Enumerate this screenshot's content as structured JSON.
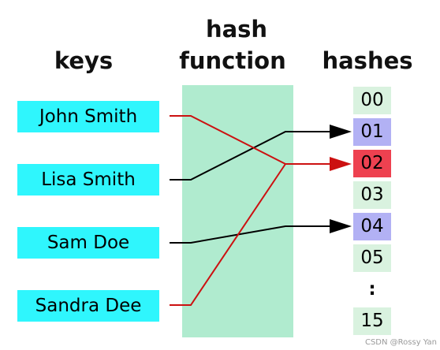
{
  "headings": {
    "keys": "keys",
    "hash_function_line1": "hash",
    "hash_function_line2": "function",
    "hashes": "hashes"
  },
  "keys": [
    {
      "label": "John Smith",
      "hash": "02"
    },
    {
      "label": "Lisa Smith",
      "hash": "01"
    },
    {
      "label": "Sam Doe",
      "hash": "04"
    },
    {
      "label": "Sandra Dee",
      "hash": "02"
    }
  ],
  "hashes": [
    {
      "label": "00",
      "state": "empty"
    },
    {
      "label": "01",
      "state": "filled"
    },
    {
      "label": "02",
      "state": "collision"
    },
    {
      "label": "03",
      "state": "empty"
    },
    {
      "label": "04",
      "state": "filled"
    },
    {
      "label": "05",
      "state": "empty"
    },
    {
      "label": ":",
      "state": "ellipsis"
    },
    {
      "label": "15",
      "state": "empty"
    }
  ],
  "colors": {
    "key_box": "#2ff6fd",
    "hash_function_box": "#b0ebcf",
    "empty_slot": "#d9f2df",
    "filled_slot": "#b2b1f4",
    "collision_slot": "#ee4150",
    "collision_line": "#cc1111",
    "normal_line": "#000000"
  },
  "watermark": "CSDN @Rossy Yan"
}
